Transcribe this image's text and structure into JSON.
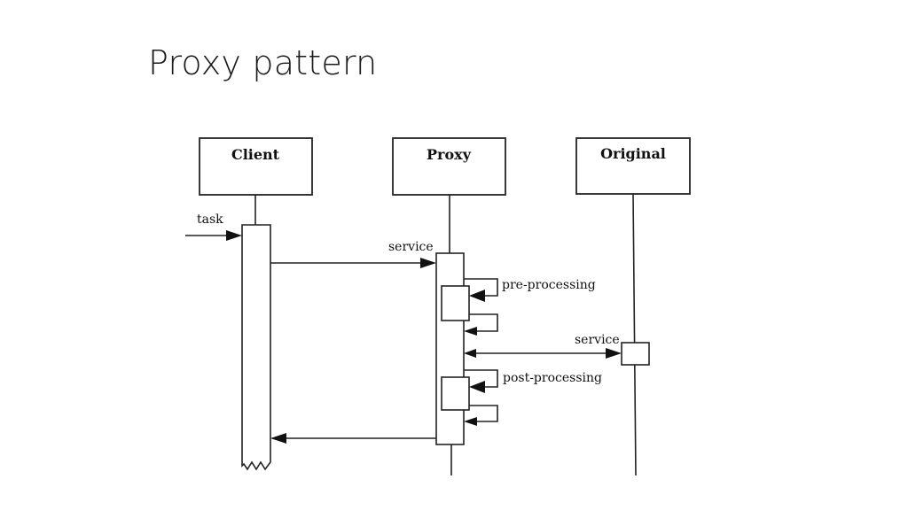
{
  "slide": {
    "title": "Proxy pattern"
  },
  "diagram": {
    "participants": {
      "client": "Client",
      "proxy": "Proxy",
      "original": "Original"
    },
    "messages": {
      "task": "task",
      "service_to_proxy": "service",
      "pre_processing": "pre-processing",
      "service_to_original": "service",
      "post_processing": "post-processing"
    }
  }
}
